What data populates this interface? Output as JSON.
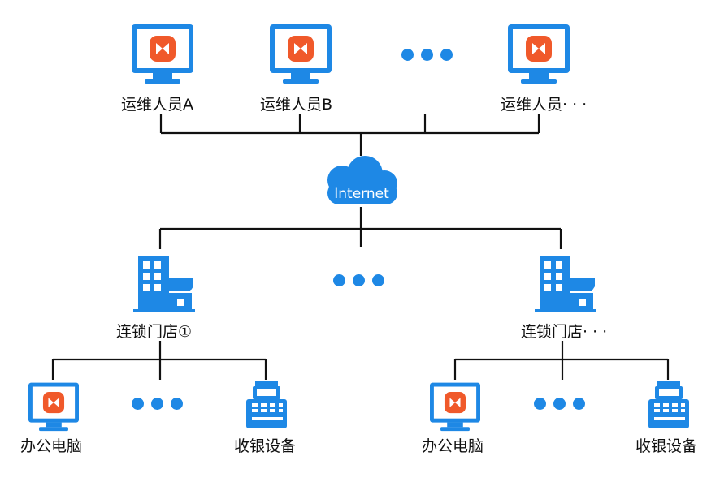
{
  "cloud": {
    "label": "Internet"
  },
  "operators": [
    {
      "label": "运维人员A"
    },
    {
      "label": "运维人员B"
    },
    {
      "label": "运维人员· · ·"
    }
  ],
  "stores": [
    {
      "label": "连锁门店①"
    },
    {
      "label": "连锁门店· · ·"
    }
  ],
  "devices": [
    {
      "label": "办公电脑"
    },
    {
      "label": "收银设备"
    },
    {
      "label": "办公电脑"
    },
    {
      "label": "收银设备"
    }
  ],
  "colors": {
    "primary": "#1e88e5",
    "line": "#111111",
    "app_icon": "#f0592a"
  }
}
